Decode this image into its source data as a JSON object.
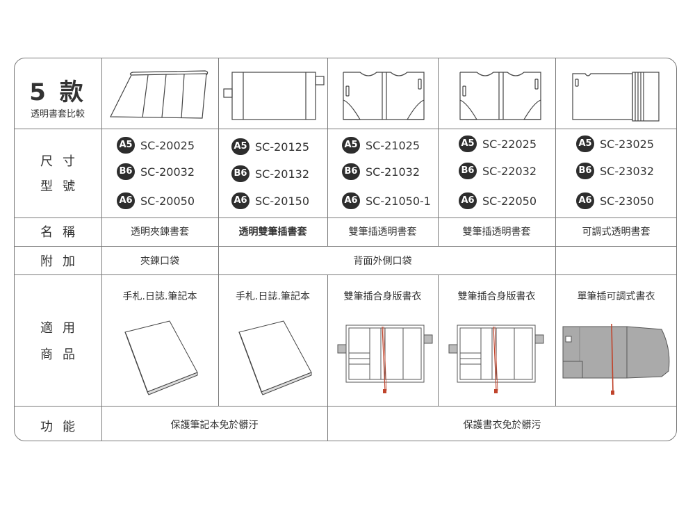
{
  "title": {
    "big": "5 款",
    "sub": "透明書套比較"
  },
  "row_labels": {
    "size_1": "尺寸",
    "size_2": "型號",
    "name": "名稱",
    "attach": "附加",
    "usage_1": "適用",
    "usage_2": "商品",
    "function": "功能"
  },
  "products": [
    {
      "sizes": [
        {
          "badge": "A5",
          "model": "SC-20025"
        },
        {
          "badge": "B6",
          "model": "SC-20032"
        },
        {
          "badge": "A6",
          "model": "SC-20050"
        }
      ],
      "name": "透明夾鍊書套",
      "usage": "手札.日誌.筆記本"
    },
    {
      "sizes": [
        {
          "badge": "A5",
          "model": "SC-20125"
        },
        {
          "badge": "B6",
          "model": "SC-20132"
        },
        {
          "badge": "A6",
          "model": "SC-20150"
        }
      ],
      "name": "透明雙筆插書套",
      "usage": "手札.日誌.筆記本"
    },
    {
      "sizes": [
        {
          "badge": "A5",
          "model": "SC-21025"
        },
        {
          "badge": "B6",
          "model": "SC-21032"
        },
        {
          "badge": "A6",
          "model": "SC-21050-1"
        }
      ],
      "name": "雙筆插透明書套",
      "usage": "雙筆插合身版書衣"
    },
    {
      "sizes": [
        {
          "badge": "A5",
          "model": "SC-22025"
        },
        {
          "badge": "B6",
          "model": "SC-22032"
        },
        {
          "badge": "A6",
          "model": "SC-22050"
        }
      ],
      "name": "雙筆插透明書套",
      "usage": "雙筆插合身版書衣"
    },
    {
      "sizes": [
        {
          "badge": "A5",
          "model": "SC-23025"
        },
        {
          "badge": "B6",
          "model": "SC-23032"
        },
        {
          "badge": "A6",
          "model": "SC-23050"
        }
      ],
      "name": "可調式透明書套",
      "usage": "單筆插可調式書衣"
    }
  ],
  "attachments": {
    "col1": "夾鍊口袋",
    "col34": "背面外側口袋"
  },
  "functions": {
    "left": "保護筆記本免於髒汙",
    "right": "保護書衣免於髒污"
  },
  "icons": [
    "zip-cover-icon",
    "pen-loop-cover-icon",
    "notebook-icon",
    "book-cover-icon"
  ]
}
